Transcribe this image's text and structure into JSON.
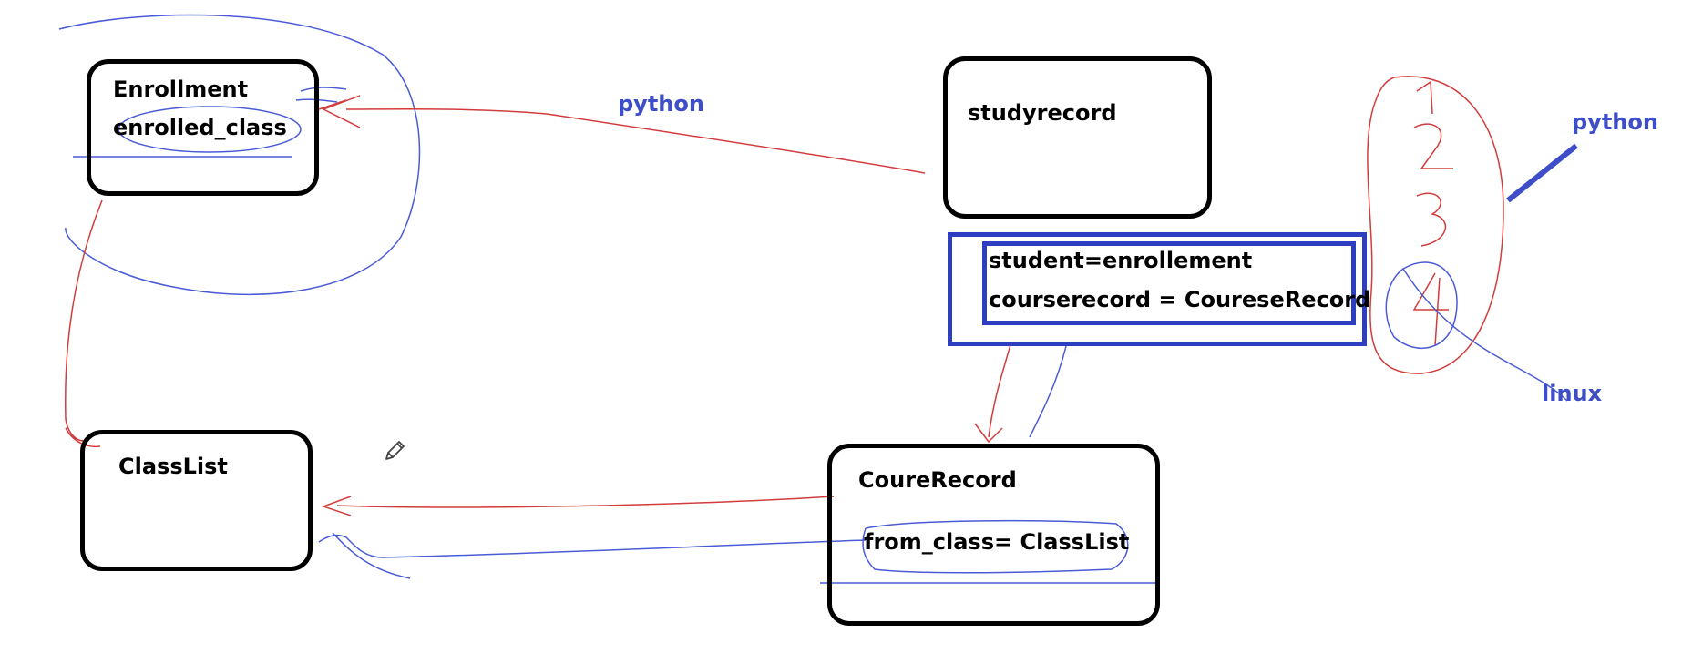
{
  "entities": {
    "enrollment": {
      "name": "Enrollment",
      "field": "enrolled_class"
    },
    "studyrecord": {
      "name": "studyrecord",
      "fields": [
        "student=enrollement",
        "courserecord = CoureseRecord"
      ]
    },
    "classlist": {
      "name": "ClassList"
    },
    "courerecord": {
      "name": "CoureRecord",
      "field": "from_class= ClassList"
    }
  },
  "annotations": {
    "python_top": "python",
    "python_right": "python",
    "linux": "linux",
    "scribble_numbers": [
      "1",
      "2",
      "3",
      "4"
    ]
  },
  "colors": {
    "box_border": "#000000",
    "red_line": "#d23c3c",
    "blue_line": "#4a5bd6",
    "field_box": "#2d3fc0",
    "label_blue": "#3d4ec8"
  },
  "icons": {
    "cursor": "pencil-icon"
  }
}
